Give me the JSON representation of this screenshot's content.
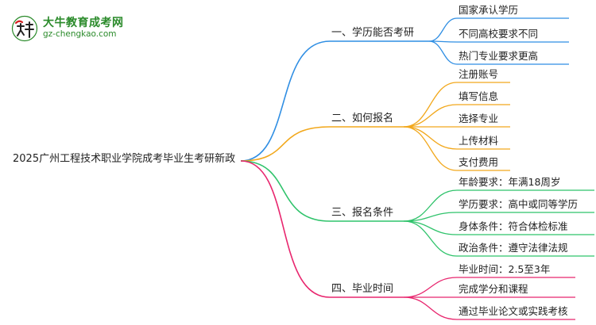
{
  "logo": {
    "title": "大牛教育成考网",
    "url": "gz-chengkao.com",
    "seal_glyphs": "大牛",
    "colors": {
      "green": "#2a8a2a",
      "red": "#d42020"
    }
  },
  "mindmap": {
    "root": "2025广州工程技术职业学院成考毕业生考研新政",
    "branches": [
      {
        "label": "一、学历能否考研",
        "color": "#2f8ee3",
        "leaves": [
          "国家承认学历",
          "不同高校要求不同",
          "热门专业要求更高"
        ]
      },
      {
        "label": "二、如何报名",
        "color": "#f2a81c",
        "leaves": [
          "注册账号",
          "填写信息",
          "选择专业",
          "上传材料",
          "支付费用"
        ]
      },
      {
        "label": "三、报名条件",
        "color": "#2fc36b",
        "leaves": [
          "年龄要求：年满18周岁",
          "学历要求：高中或同等学历",
          "身体条件：符合体检标准",
          "政治条件：遵守法律法规"
        ]
      },
      {
        "label": "四、毕业时间",
        "color": "#e8266e",
        "leaves": [
          "毕业时间：2.5至3年",
          "完成学分和课程",
          "通过毕业论文或实践考核"
        ]
      }
    ]
  }
}
